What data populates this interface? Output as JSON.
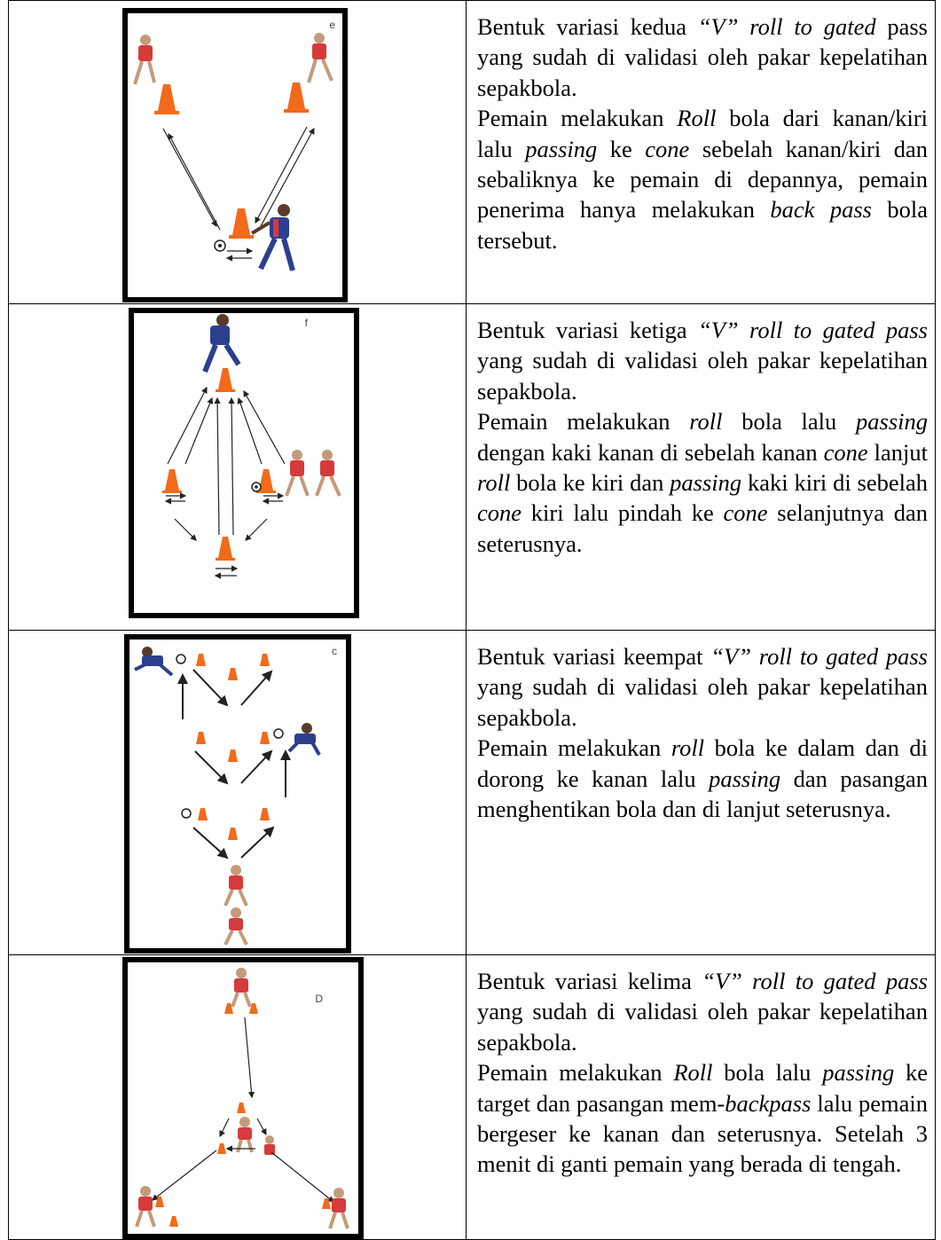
{
  "rows": [
    {
      "figure_letter": "e",
      "title": [
        "Bentuk variasi kedua ",
        "“V” roll to gated",
        " pass yang sudah di validasi oleh pakar kepelatihan sepakbola."
      ],
      "body": [
        "Pemain melakukan ",
        "Roll",
        " bola dari kanan/kiri lalu ",
        "passing",
        " ke ",
        "cone",
        " sebelah kanan/kiri dan sebaliknya ke pemain di depannya, pemain penerima hanya melakukan ",
        "back pass",
        " bola tersebut."
      ]
    },
    {
      "figure_letter": "f",
      "title": [
        "Bentuk variasi ketiga ",
        "“V” roll to gated pass",
        " yang sudah di validasi oleh pakar kepelatihan sepakbola."
      ],
      "body": [
        "Pemain melakukan ",
        "roll",
        " bola lalu ",
        "passing",
        " dengan kaki kanan di sebelah kanan ",
        "cone",
        " lanjut ",
        "roll",
        " bola ke kiri dan ",
        "passing",
        " kaki kiri di sebelah ",
        "cone",
        " kiri lalu pindah ke ",
        "cone",
        " selanjutnya dan seterusnya."
      ]
    },
    {
      "figure_letter": "c",
      "title": [
        "Bentuk variasi keempat ",
        "“V” roll to gated pass",
        " yang sudah di validasi oleh pakar kepelatihan sepakbola."
      ],
      "body": [
        "Pemain melakukan  ",
        "roll",
        " bola ke dalam dan di dorong ke kanan lalu ",
        "passing",
        " dan pasangan menghentikan bola dan di lanjut seterusnya."
      ]
    },
    {
      "figure_letter": "D",
      "title": [
        "Bentuk variasi kelima ",
        "“V” roll to gated pass",
        " yang sudah di validasi oleh pakar kepelatihan sepakbola."
      ],
      "body": [
        "Pemain melakukan ",
        "Roll",
        " bola lalu ",
        "passing",
        " ke target dan pasangan mem-",
        "backpass",
        " lalu pemain bergeser ke kanan dan seterusnya. Setelah 3 menit di ganti pemain yang berada di tengah."
      ]
    }
  ],
  "colors": {
    "cone": "#f26a1b",
    "shirt_red": "#d63a3a",
    "shirt_blue": "#2c3f8f",
    "border": "#000000"
  },
  "icons": [
    "cone-icon",
    "player-icon",
    "ball-icon",
    "arrow-icon"
  ]
}
